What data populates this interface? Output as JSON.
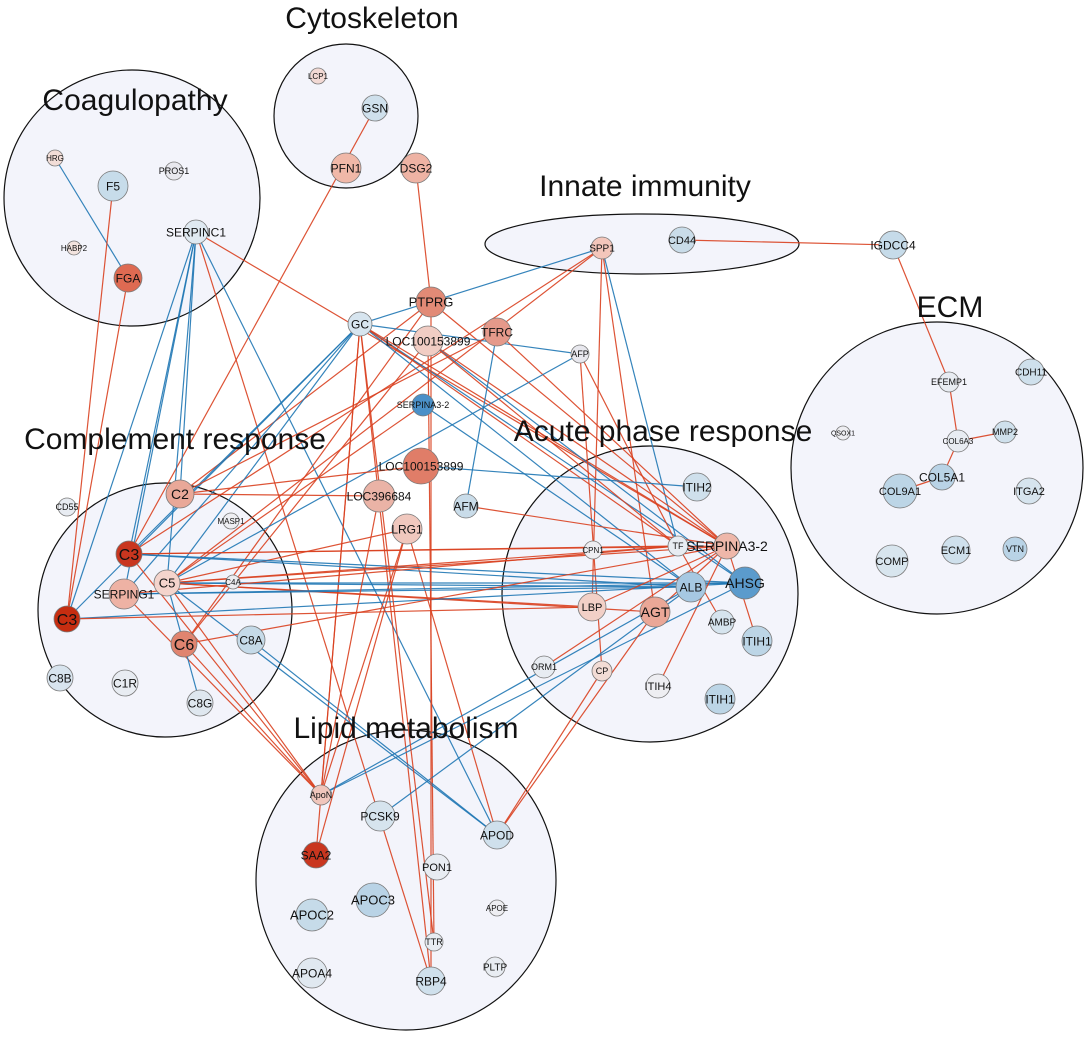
{
  "colors": {
    "positive_edge": "#d9401f",
    "negative_edge": "#1f77b4",
    "cluster_fill": "#f3f4fb",
    "cluster_stroke": "#111111"
  },
  "clusters": [
    {
      "id": "cytoskeleton",
      "label": "Cytoskeleton"
    },
    {
      "id": "coagulopathy",
      "label": "Coagulopathy"
    },
    {
      "id": "innate",
      "label": "Innate immunity"
    },
    {
      "id": "ecm",
      "label": "ECM"
    },
    {
      "id": "complement",
      "label": "Complement response"
    },
    {
      "id": "acute",
      "label": "Acute phase response"
    },
    {
      "id": "lipid",
      "label": "Lipid metabolism"
    }
  ],
  "nodes": [
    {
      "id": "LCP1",
      "label": "LCP1",
      "color": "#f2d9d4"
    },
    {
      "id": "GSN",
      "label": "GSN",
      "color": "#cfe0ec"
    },
    {
      "id": "PFN1",
      "label": "PFN1",
      "color": "#f0b8a8"
    },
    {
      "id": "DSG2",
      "label": "DSG2",
      "color": "#eeb3a4"
    },
    {
      "id": "HRG",
      "label": "HRG",
      "color": "#f2ddd7"
    },
    {
      "id": "F5",
      "label": "F5",
      "color": "#c7dcea"
    },
    {
      "id": "PROS1",
      "label": "PROS1",
      "color": "#e8e8ee"
    },
    {
      "id": "HABP2",
      "label": "HABP2",
      "color": "#f2e3de"
    },
    {
      "id": "SERPINC1",
      "label": "SERPINC1",
      "color": "#dfe9f1"
    },
    {
      "id": "FGA",
      "label": "FGA",
      "color": "#de6a52"
    },
    {
      "id": "SPP1",
      "label": "SPP1",
      "color": "#f3c6bb"
    },
    {
      "id": "CD44",
      "label": "CD44",
      "color": "#c9dce9"
    },
    {
      "id": "IGDCC4",
      "label": "IGDCC4",
      "color": "#c6dbe9"
    },
    {
      "id": "PTPRG",
      "label": "PTPRG",
      "color": "#e28a76"
    },
    {
      "id": "GC",
      "label": "GC",
      "color": "#d7e5ef"
    },
    {
      "id": "LOC100153899a",
      "label": "LOC100153899",
      "color": "#f1cdc4"
    },
    {
      "id": "TFRC",
      "label": "TFRC",
      "color": "#e5998a"
    },
    {
      "id": "AFP",
      "label": "AFP",
      "color": "#e8e8ee"
    },
    {
      "id": "SERPINA3-2a",
      "label": "SERPINA3-2",
      "color": "#4a90c8"
    },
    {
      "id": "LOC100153899b",
      "label": "LOC100153899",
      "color": "#e07d68"
    },
    {
      "id": "LOC396684",
      "label": "LOC396684",
      "color": "#eab3a6"
    },
    {
      "id": "AFM",
      "label": "AFM",
      "color": "#c9dce9"
    },
    {
      "id": "LRG1",
      "label": "LRG1",
      "color": "#f0c8be"
    },
    {
      "id": "C2",
      "label": "C2",
      "color": "#e9a898"
    },
    {
      "id": "MASP1",
      "label": "MASP1",
      "color": "#eeeef2"
    },
    {
      "id": "CD55",
      "label": "CD55",
      "color": "#e8ecf2"
    },
    {
      "id": "C3a",
      "label": "C3",
      "color": "#c9361f"
    },
    {
      "id": "SERPING1",
      "label": "SERPING1",
      "color": "#eeb2a4"
    },
    {
      "id": "C5",
      "label": "C5",
      "color": "#f4d4cc"
    },
    {
      "id": "C4A",
      "label": "C4A",
      "color": "#ececf0"
    },
    {
      "id": "C3b",
      "label": "C3",
      "color": "#c62d10"
    },
    {
      "id": "C6",
      "label": "C6",
      "color": "#e0846f"
    },
    {
      "id": "C8A",
      "label": "C8A",
      "color": "#c5dae8"
    },
    {
      "id": "C8B",
      "label": "C8B",
      "color": "#d8e4ee"
    },
    {
      "id": "C1R",
      "label": "C1R",
      "color": "#e8ecf2"
    },
    {
      "id": "C8G",
      "label": "C8G",
      "color": "#dfe7ef"
    },
    {
      "id": "EFEMP1",
      "label": "EFEMP1",
      "color": "#e8ecf2"
    },
    {
      "id": "CDH11",
      "label": "CDH11",
      "color": "#cfe0ec"
    },
    {
      "id": "QSOX1",
      "label": "QSOX1",
      "color": "#eeeef2"
    },
    {
      "id": "COL6A3",
      "label": "COL6A3",
      "color": "#e8ecf2"
    },
    {
      "id": "MMP2",
      "label": "MMP2",
      "color": "#cfe0ec"
    },
    {
      "id": "COL5A1",
      "label": "COL5A1",
      "color": "#b9d3e6"
    },
    {
      "id": "COL9A1",
      "label": "COL9A1",
      "color": "#bcd5e6"
    },
    {
      "id": "ITGA2",
      "label": "ITGA2",
      "color": "#d6e4ee"
    },
    {
      "id": "COMP",
      "label": "COMP",
      "color": "#d8e5ee"
    },
    {
      "id": "ECM1",
      "label": "ECM1",
      "color": "#cfe0ec"
    },
    {
      "id": "VTN",
      "label": "VTN",
      "color": "#b9d3e6"
    },
    {
      "id": "ITIH2",
      "label": "ITIH2",
      "color": "#cfe0ec"
    },
    {
      "id": "CPN1",
      "label": "CPN1",
      "color": "#eeeef2"
    },
    {
      "id": "TF",
      "label": "TF",
      "color": "#e8ecf2"
    },
    {
      "id": "SERPINA3-2b",
      "label": "SERPINA3-2",
      "color": "#eeb7a9"
    },
    {
      "id": "ALB",
      "label": "ALB",
      "color": "#a6c8e2"
    },
    {
      "id": "AHSG",
      "label": "AHSG",
      "color": "#5b9bcc"
    },
    {
      "id": "LBP",
      "label": "LBP",
      "color": "#f2d0c7"
    },
    {
      "id": "AGT",
      "label": "AGT",
      "color": "#eaa797"
    },
    {
      "id": "AMBP",
      "label": "AMBP",
      "color": "#d6e4ee"
    },
    {
      "id": "ITIH1a",
      "label": "ITIH1",
      "color": "#bcd5e6"
    },
    {
      "id": "ORM1",
      "label": "ORM1",
      "color": "#e8ecf2"
    },
    {
      "id": "CP",
      "label": "CP",
      "color": "#f2dcd5"
    },
    {
      "id": "ITIH4",
      "label": "ITIH4",
      "color": "#eeeef2"
    },
    {
      "id": "ITIH1b",
      "label": "ITIH1",
      "color": "#bcd5e6"
    },
    {
      "id": "ApoN",
      "label": "ApoN",
      "color": "#f0c6bc"
    },
    {
      "id": "PCSK9",
      "label": "PCSK9",
      "color": "#d6e4ee"
    },
    {
      "id": "APOD",
      "label": "APOD",
      "color": "#cfe0ec"
    },
    {
      "id": "SAA2",
      "label": "SAA2",
      "color": "#c9361f"
    },
    {
      "id": "PON1",
      "label": "PON1",
      "color": "#e8ecf2"
    },
    {
      "id": "APOC3",
      "label": "APOC3",
      "color": "#b9d3e6"
    },
    {
      "id": "APOC2",
      "label": "APOC2",
      "color": "#c6dbe9"
    },
    {
      "id": "APOE",
      "label": "APOE",
      "color": "#eeeef2"
    },
    {
      "id": "TTR",
      "label": "TTR",
      "color": "#e8ecf2"
    },
    {
      "id": "APOA4",
      "label": "APOA4",
      "color": "#e0e8f0"
    },
    {
      "id": "RBP4",
      "label": "RBP4",
      "color": "#cfe0ec"
    },
    {
      "id": "PLTP",
      "label": "PLTP",
      "color": "#e8ecf2"
    }
  ],
  "edges": [
    {
      "a": "GSN",
      "b": "C3a",
      "sign": "pos"
    },
    {
      "a": "DSG2",
      "b": "PTPRG",
      "sign": "pos"
    },
    {
      "a": "HRG",
      "b": "FGA",
      "sign": "neg"
    },
    {
      "a": "F5",
      "b": "C3b",
      "sign": "pos"
    },
    {
      "a": "FGA",
      "b": "C3b",
      "sign": "pos"
    },
    {
      "a": "SERPINC1",
      "b": "C3a",
      "sign": "neg"
    },
    {
      "a": "SERPINC1",
      "b": "C5",
      "sign": "neg"
    },
    {
      "a": "SERPINC1",
      "b": "SERPING1",
      "sign": "neg"
    },
    {
      "a": "SERPINC1",
      "b": "C3b",
      "sign": "neg"
    },
    {
      "a": "SERPINC1",
      "b": "C2",
      "sign": "neg"
    },
    {
      "a": "SERPINC1",
      "b": "RBP4",
      "sign": "pos"
    },
    {
      "a": "SERPINC1",
      "b": "SERPINA3-2b",
      "sign": "pos"
    },
    {
      "a": "SERPINC1",
      "b": "APOD",
      "sign": "neg"
    },
    {
      "a": "CD44",
      "b": "IGDCC4",
      "sign": "pos"
    },
    {
      "a": "IGDCC4",
      "b": "EFEMP1",
      "sign": "pos"
    },
    {
      "a": "EFEMP1",
      "b": "COL6A3",
      "sign": "pos"
    },
    {
      "a": "COL6A3",
      "b": "MMP2",
      "sign": "pos"
    },
    {
      "a": "COL6A3",
      "b": "COL5A1",
      "sign": "pos"
    },
    {
      "a": "COL5A1",
      "b": "COL9A1",
      "sign": "pos"
    },
    {
      "a": "SPP1",
      "b": "GC",
      "sign": "neg"
    },
    {
      "a": "SPP1",
      "b": "C5",
      "sign": "pos"
    },
    {
      "a": "SPP1",
      "b": "C3a",
      "sign": "pos"
    },
    {
      "a": "SPP1",
      "b": "TF",
      "sign": "neg"
    },
    {
      "a": "SPP1",
      "b": "AGT",
      "sign": "pos"
    },
    {
      "a": "SPP1",
      "b": "LBP",
      "sign": "pos"
    },
    {
      "a": "PTPRG",
      "b": "C2",
      "sign": "pos"
    },
    {
      "a": "PTPRG",
      "b": "SERPINA3-2b",
      "sign": "pos"
    },
    {
      "a": "PTPRG",
      "b": "C6",
      "sign": "pos"
    },
    {
      "a": "GC",
      "b": "C5",
      "sign": "neg"
    },
    {
      "a": "GC",
      "b": "C3a",
      "sign": "neg"
    },
    {
      "a": "GC",
      "b": "SERPING1",
      "sign": "neg"
    },
    {
      "a": "GC",
      "b": "C3b",
      "sign": "neg"
    },
    {
      "a": "GC",
      "b": "AHSG",
      "sign": "neg"
    },
    {
      "a": "GC",
      "b": "ALB",
      "sign": "neg"
    },
    {
      "a": "GC",
      "b": "AFP",
      "sign": "neg"
    },
    {
      "a": "GC",
      "b": "SERPINA3-2b",
      "sign": "pos"
    },
    {
      "a": "GC",
      "b": "TF",
      "sign": "pos"
    },
    {
      "a": "GC",
      "b": "ApoN",
      "sign": "pos"
    },
    {
      "a": "GC",
      "b": "RBP4",
      "sign": "pos"
    },
    {
      "a": "GC",
      "b": "SAA2",
      "sign": "pos"
    },
    {
      "a": "LOC100153899a",
      "b": "SERPINA3-2b",
      "sign": "pos"
    },
    {
      "a": "LOC100153899a",
      "b": "AHSG",
      "sign": "neg"
    },
    {
      "a": "LOC100153899a",
      "b": "TF",
      "sign": "pos"
    },
    {
      "a": "LOC100153899a",
      "b": "TTR",
      "sign": "pos"
    },
    {
      "a": "LOC100153899a",
      "b": "C6",
      "sign": "pos"
    },
    {
      "a": "TFRC",
      "b": "C2",
      "sign": "pos"
    },
    {
      "a": "TFRC",
      "b": "SERPINA3-2b",
      "sign": "pos"
    },
    {
      "a": "TFRC",
      "b": "AFM",
      "sign": "neg"
    },
    {
      "a": "AFP",
      "b": "C5",
      "sign": "neg"
    },
    {
      "a": "AFP",
      "b": "TF",
      "sign": "pos"
    },
    {
      "a": "AFP",
      "b": "CP",
      "sign": "pos"
    },
    {
      "a": "SERPINA3-2a",
      "b": "ALB",
      "sign": "neg"
    },
    {
      "a": "SERPINA3-2a",
      "b": "C5",
      "sign": "pos"
    },
    {
      "a": "LOC100153899b",
      "b": "C2",
      "sign": "pos"
    },
    {
      "a": "LOC100153899b",
      "b": "ITIH2",
      "sign": "neg"
    },
    {
      "a": "LOC396684",
      "b": "C2",
      "sign": "pos"
    },
    {
      "a": "AFM",
      "b": "SERPINA3-2b",
      "sign": "pos"
    },
    {
      "a": "LRG1",
      "b": "C5",
      "sign": "pos"
    },
    {
      "a": "LRG1",
      "b": "ApoN",
      "sign": "pos"
    },
    {
      "a": "LRG1",
      "b": "APOD",
      "sign": "pos"
    },
    {
      "a": "C3a",
      "b": "TF",
      "sign": "pos"
    },
    {
      "a": "C3a",
      "b": "SERPINA3-2b",
      "sign": "pos"
    },
    {
      "a": "C3a",
      "b": "ALB",
      "sign": "neg"
    },
    {
      "a": "C3a",
      "b": "AHSG",
      "sign": "neg"
    },
    {
      "a": "C3a",
      "b": "ApoN",
      "sign": "pos"
    },
    {
      "a": "C5",
      "b": "TF",
      "sign": "pos"
    },
    {
      "a": "C5",
      "b": "SERPINA3-2b",
      "sign": "pos"
    },
    {
      "a": "C5",
      "b": "AHSG",
      "sign": "neg"
    },
    {
      "a": "C5",
      "b": "ALB",
      "sign": "neg"
    },
    {
      "a": "C5",
      "b": "LBP",
      "sign": "pos"
    },
    {
      "a": "C5",
      "b": "AGT",
      "sign": "pos"
    },
    {
      "a": "C5",
      "b": "APOD",
      "sign": "neg"
    },
    {
      "a": "C5",
      "b": "ApoN",
      "sign": "pos"
    },
    {
      "a": "SERPING1",
      "b": "ALB",
      "sign": "neg"
    },
    {
      "a": "SERPING1",
      "b": "AHSG",
      "sign": "neg"
    },
    {
      "a": "SERPING1",
      "b": "TF",
      "sign": "pos"
    },
    {
      "a": "SERPING1",
      "b": "ApoN",
      "sign": "pos"
    },
    {
      "a": "C3b",
      "b": "AHSG",
      "sign": "neg"
    },
    {
      "a": "C3b",
      "b": "LBP",
      "sign": "pos"
    },
    {
      "a": "C6",
      "b": "SERPINA3-2b",
      "sign": "pos"
    },
    {
      "a": "C6",
      "b": "ApoN",
      "sign": "pos"
    },
    {
      "a": "C8A",
      "b": "APOD",
      "sign": "neg"
    },
    {
      "a": "C8G",
      "b": "C5",
      "sign": "neg"
    },
    {
      "a": "TF",
      "b": "AMBP",
      "sign": "pos"
    },
    {
      "a": "SERPINA3-2b",
      "b": "ITIH1a",
      "sign": "pos"
    },
    {
      "a": "SERPINA3-2b",
      "b": "ITIH4",
      "sign": "pos"
    },
    {
      "a": "SERPINA3-2b",
      "b": "ORM1",
      "sign": "pos"
    },
    {
      "a": "SERPINA3-2b",
      "b": "LBP",
      "sign": "pos"
    },
    {
      "a": "SERPINA3-2b",
      "b": "AGT",
      "sign": "pos"
    },
    {
      "a": "AHSG",
      "b": "ApoN",
      "sign": "neg"
    },
    {
      "a": "ALB",
      "b": "ApoN",
      "sign": "neg"
    },
    {
      "a": "ALB",
      "b": "PCSK9",
      "sign": "neg"
    },
    {
      "a": "AGT",
      "b": "APOD",
      "sign": "pos"
    },
    {
      "a": "CP",
      "b": "APOD",
      "sign": "pos"
    },
    {
      "a": "SAA2",
      "b": "LRG1",
      "sign": "pos"
    },
    {
      "a": "ApoN",
      "b": "LOC396684",
      "sign": "pos"
    },
    {
      "a": "RBP4",
      "b": "PTPRG",
      "sign": "pos"
    },
    {
      "a": "TTR",
      "b": "GC",
      "sign": "pos"
    }
  ]
}
